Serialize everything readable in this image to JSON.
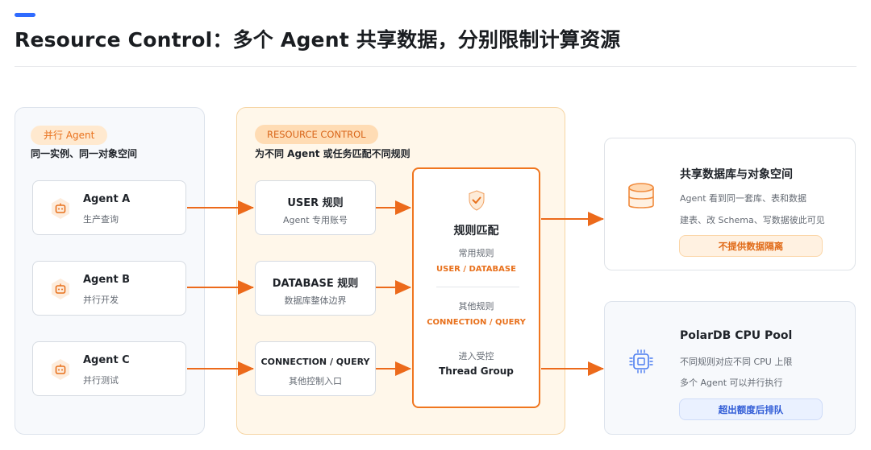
{
  "header": {
    "title": "Resource Control：多个 Agent 共享数据，分别限制计算资源"
  },
  "left_panel": {
    "pill": "并行 Agent",
    "subtitle": "同一实例、同一对象空间",
    "agents": [
      {
        "name": "Agent A",
        "desc": "生产查询"
      },
      {
        "name": "Agent B",
        "desc": "并行开发"
      },
      {
        "name": "Agent C",
        "desc": "并行测试"
      }
    ]
  },
  "mid_panel": {
    "pill": "RESOURCE CONTROL",
    "subtitle": "为不同 Agent 或任务匹配不同规则",
    "rules": [
      {
        "name": "USER 规则",
        "desc": "Agent 专用账号"
      },
      {
        "name": "DATABASE 规则",
        "desc": "数据库整体边界"
      },
      {
        "name": "CONNECTION / QUERY",
        "desc": "其他控制入口"
      }
    ]
  },
  "match": {
    "title": "规则匹配",
    "common_label": "常用规则",
    "common_value": "USER / DATABASE",
    "other_label": "其他规则",
    "other_value": "CONNECTION / QUERY",
    "enter_label": "进入受控",
    "enter_value": "Thread Group"
  },
  "outputs": {
    "shared": {
      "title": "共享数据库与对象空间",
      "line1": "Agent 看到同一套库、表和数据",
      "line2": "建表、改 Schema、写数据彼此可见",
      "badge": "不提供数据隔离"
    },
    "cpu": {
      "title": "PolarDB CPU Pool",
      "line1": "不同规则对应不同 CPU 上限",
      "line2": "多个 Agent 可以并行执行",
      "badge": "超出额度后排队"
    }
  },
  "colors": {
    "accent_blue": "#2f6bff",
    "arrow_orange": "#ec6a1b",
    "rule_orange": "#e8711d",
    "panel_cream": "#fff7ea",
    "badge_blue_text": "#2f5bd6"
  },
  "icons": {
    "agent": "robot-icon",
    "rule": "shield-check-icon",
    "database": "database-icon",
    "cpu": "cpu-chip-icon"
  }
}
